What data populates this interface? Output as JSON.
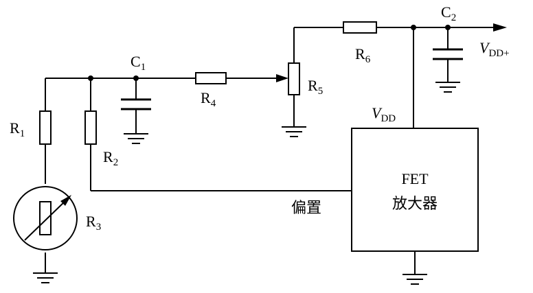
{
  "labels": {
    "c1": {
      "main": "C",
      "sub": "1"
    },
    "c2": {
      "main": "C",
      "sub": "2"
    },
    "r1": {
      "main": "R",
      "sub": "1"
    },
    "r2": {
      "main": "R",
      "sub": "2"
    },
    "r3": {
      "main": "R",
      "sub": "3"
    },
    "r4": {
      "main": "R",
      "sub": "4"
    },
    "r5": {
      "main": "R",
      "sub": "5"
    },
    "r6": {
      "main": "R",
      "sub": "6"
    },
    "vdd": {
      "main": "V",
      "sub": "DD"
    },
    "vdd_out": {
      "main": "V",
      "sub": "DD+"
    },
    "bias": "偏置",
    "amp_line1": "FET",
    "amp_line2": "放大器"
  }
}
